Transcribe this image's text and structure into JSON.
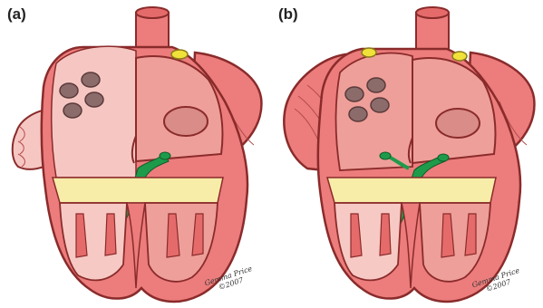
{
  "panels": [
    {
      "label": "(a)",
      "signature_name": "Gemma Price",
      "signature_year": "©2007"
    },
    {
      "label": "(b)",
      "signature_name": "Gemma Price",
      "signature_year": "©2007"
    }
  ],
  "colors": {
    "outline": "#8a2b2b",
    "myocardium": "#ec7d7c",
    "atrium_light": "#f6c7c2",
    "atrium_mid": "#ef9f99",
    "ventricle_light": "#f7c9c4",
    "valve_yellow": "#f7eca8",
    "conduction_green": "#1e9b4a",
    "node_yellow": "#f0e23a",
    "background": "#ffffff"
  }
}
